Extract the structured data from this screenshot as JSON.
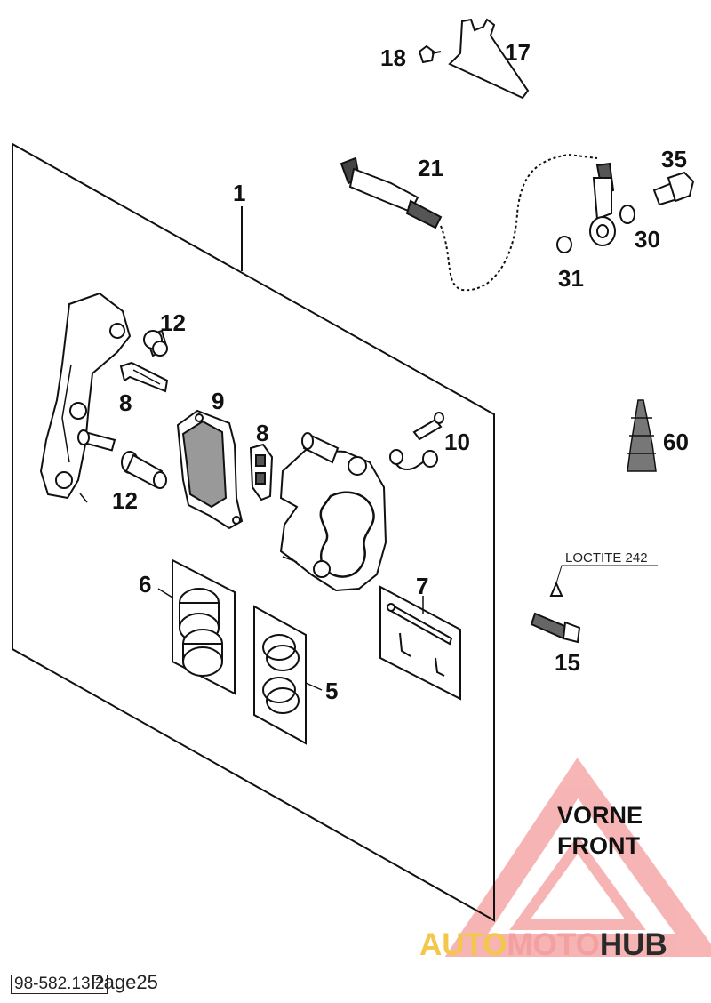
{
  "labels": {
    "p1": "1",
    "p5": "5",
    "p6": "6",
    "p7": "7",
    "p8a": "8",
    "p8b": "8",
    "p9": "9",
    "p10": "10",
    "p12a": "12",
    "p12b": "12",
    "p15": "15",
    "p17": "17",
    "p18": "18",
    "p21": "21",
    "p30": "30",
    "p31": "31",
    "p35": "35",
    "p60": "60"
  },
  "loctite": "LOCTITE 242",
  "front": {
    "line1": "VORNE",
    "line2": "FRONT"
  },
  "watermark": {
    "part1": "AUTO",
    "part2": "MOTO",
    "part3": "HUB"
  },
  "footer": {
    "code": "98-582.13.2",
    "page": "Page25"
  },
  "colors": {
    "ink": "#111111",
    "watermark_red": "#f08080",
    "watermark_yellow": "#f2c74a"
  }
}
